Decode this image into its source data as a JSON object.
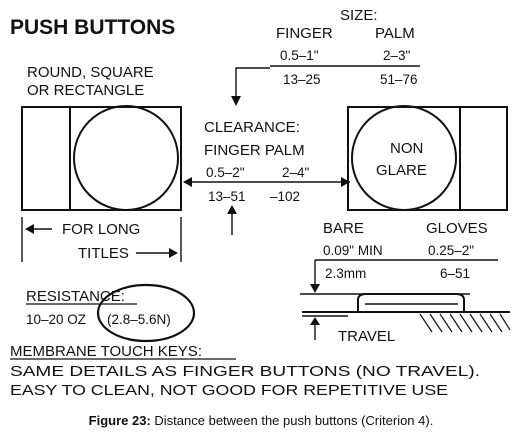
{
  "diagram": {
    "title": "PUSH BUTTONS",
    "size": {
      "heading": "SIZE:",
      "col1": "FINGER",
      "col2": "PALM",
      "row1_col1": "0.5–1\"",
      "row1_col2": "2–3\"",
      "row2_col1": "13–25",
      "row2_col2": "51–76"
    },
    "shape_label_line1": "ROUND, SQUARE",
    "shape_label_line2": "OR RECTANGLE",
    "clearance": {
      "heading": "CLEARANCE:",
      "header": "FINGER PALM",
      "row1_col1": "0.5–2\"",
      "row1_col2": "2–4\"",
      "row2_col1": "13–51",
      "row2_col2": "–102"
    },
    "non_glare_line1": "NON",
    "non_glare_line2": "GLARE",
    "long_titles_line1": "FOR LONG",
    "long_titles_line2": "TITLES",
    "travel": {
      "col1": "BARE",
      "col2": "GLOVES",
      "row1_col1": "0.09\" MIN",
      "row1_col2": "0.25–2\"",
      "row2_col1": "2.3mm",
      "row2_col2": "6–51",
      "label": "TRAVEL"
    },
    "resistance": {
      "heading": "RESISTANCE:",
      "value_oz": "10–20 OZ",
      "value_n": "(2.8–5.6N)"
    },
    "membrane": {
      "heading": "MEMBRANE TOUCH KEYS:",
      "line1": "SAME DETAILS AS FINGER BUTTONS (NO TRAVEL).",
      "line2": "EASY TO CLEAN, NOT GOOD FOR REPETITIVE USE"
    }
  },
  "caption": {
    "label": "Figure 23:",
    "text": " Distance between the push buttons (Criterion 4)."
  }
}
